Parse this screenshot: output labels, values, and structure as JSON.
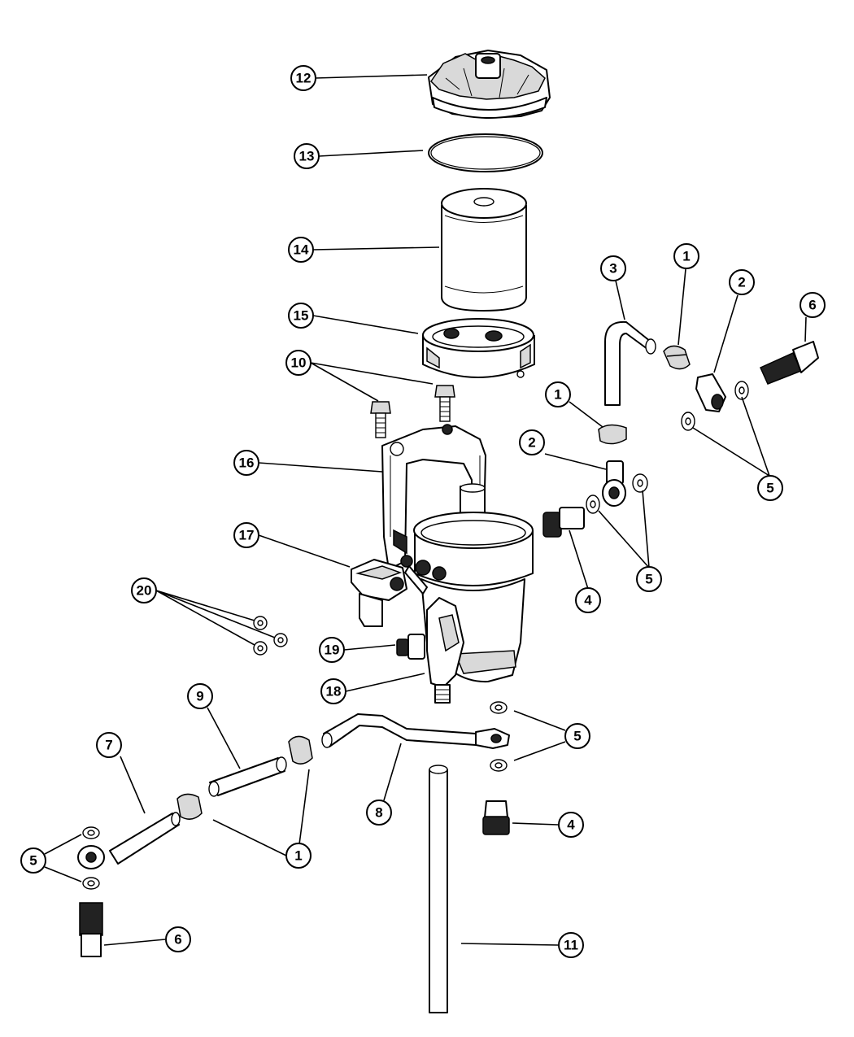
{
  "diagram": {
    "callouts": [
      {
        "id": "c12",
        "label": "12"
      },
      {
        "id": "c13",
        "label": "13"
      },
      {
        "id": "c14",
        "label": "14"
      },
      {
        "id": "c15",
        "label": "15"
      },
      {
        "id": "c10",
        "label": "10"
      },
      {
        "id": "c16",
        "label": "16"
      },
      {
        "id": "c17",
        "label": "17"
      },
      {
        "id": "c20",
        "label": "20"
      },
      {
        "id": "c19",
        "label": "19"
      },
      {
        "id": "c18",
        "label": "18"
      },
      {
        "id": "c3",
        "label": "3"
      },
      {
        "id": "c1a",
        "label": "1"
      },
      {
        "id": "c2a",
        "label": "2"
      },
      {
        "id": "c6a",
        "label": "6"
      },
      {
        "id": "c1b",
        "label": "1"
      },
      {
        "id": "c2b",
        "label": "2"
      },
      {
        "id": "c5a",
        "label": "5"
      },
      {
        "id": "c5b",
        "label": "5"
      },
      {
        "id": "c4a",
        "label": "4"
      },
      {
        "id": "c9",
        "label": "9"
      },
      {
        "id": "c7",
        "label": "7"
      },
      {
        "id": "c5c",
        "label": "5"
      },
      {
        "id": "c1c",
        "label": "1"
      },
      {
        "id": "c8",
        "label": "8"
      },
      {
        "id": "c5d",
        "label": "5"
      },
      {
        "id": "c4b",
        "label": "4"
      },
      {
        "id": "c6b",
        "label": "6"
      },
      {
        "id": "c11",
        "label": "11"
      }
    ]
  }
}
